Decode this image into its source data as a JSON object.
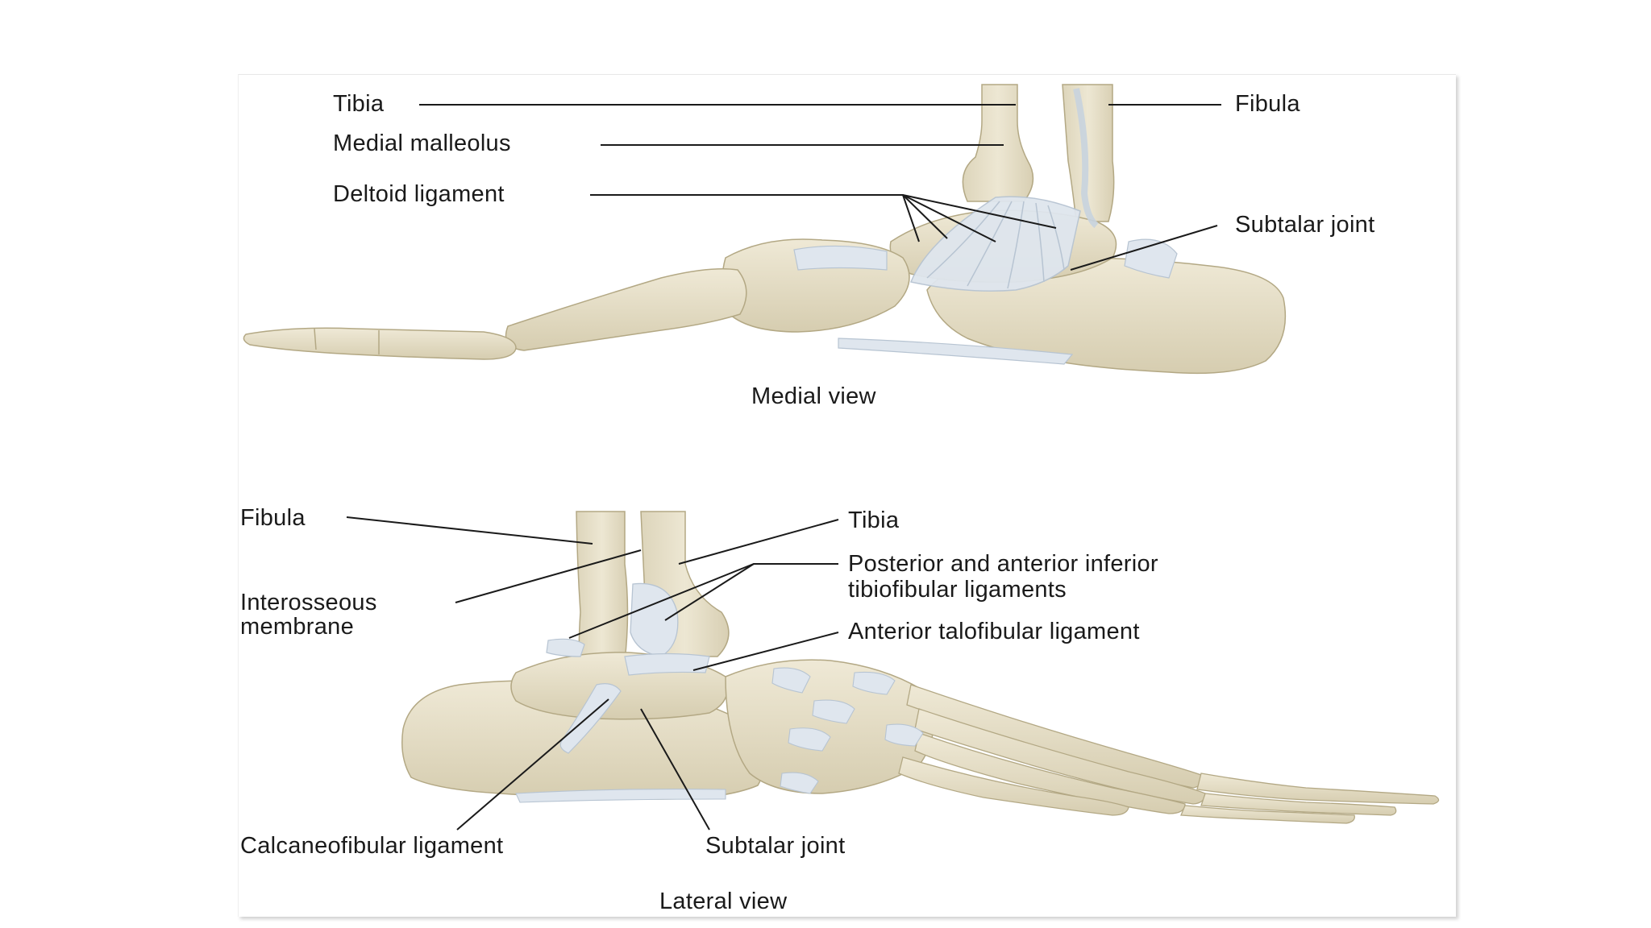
{
  "diagram": {
    "medial": {
      "caption": "Medial view",
      "labels": {
        "tibia": "Tibia",
        "medial_malleolus": "Medial malleolus",
        "deltoid_ligament": "Deltoid ligament",
        "fibula": "Fibula",
        "subtalar_joint": "Subtalar joint"
      }
    },
    "lateral": {
      "caption": "Lateral view",
      "labels": {
        "fibula": "Fibula",
        "interosseous_line1": "Interosseous",
        "interosseous_line2": "membrane",
        "tibia": "Tibia",
        "tibiofibular_line1": "Posterior and anterior inferior",
        "tibiofibular_line2": "tibiofibular ligaments",
        "anterior_talofibular": "Anterior talofibular ligament",
        "calcaneofibular": "Calcaneofibular ligament",
        "subtalar_joint": "Subtalar joint"
      }
    },
    "colors": {
      "bone": "#e6dfca",
      "bone_shadow": "#c9bf9f",
      "bone_outline": "#b3a884",
      "ligament": "#dfe6ee",
      "ligament_stroke": "#b7c4d2",
      "leader_line": "#1a1a1a"
    }
  }
}
